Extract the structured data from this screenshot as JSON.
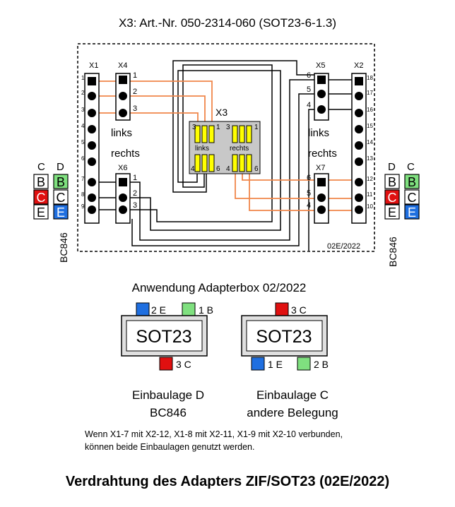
{
  "title": "X3: Art.-Nr. 050-2314-060 (SOT23-6-1.3)",
  "footer_title": "Verdrahtung des Adapters ZIF/SOT23 (02E/2022)",
  "board_code": "02E/2022",
  "headers": {
    "x1": "X1",
    "x2": "X2",
    "x3": "X3",
    "x4": "X4",
    "x5": "X5",
    "x6": "X6",
    "x7": "X7"
  },
  "x1_pins": [
    "1",
    "2",
    "3",
    "4",
    "5",
    "6",
    "7",
    "8",
    "9"
  ],
  "x2_pins": [
    "18",
    "17",
    "16",
    "15",
    "14",
    "13",
    "12",
    "11",
    "10"
  ],
  "x4_pins": [
    "1",
    "2",
    "3"
  ],
  "x5_pins": [
    "6",
    "5",
    "4"
  ],
  "x6_pins": [
    "1",
    "2",
    "3"
  ],
  "x7_pins": [
    "6",
    "5",
    "4"
  ],
  "side_labels": {
    "links_left": "links",
    "rechts_left": "rechts",
    "links_right": "links",
    "rechts_right": "rechts"
  },
  "x3_socket": {
    "links": "links",
    "rechts": "rechts",
    "pin_top_left_3": "3",
    "pin_top_left_1": "1",
    "pin_top_right_3": "3",
    "pin_top_right_1": "1",
    "pin_bottom_left_4": "4",
    "pin_bottom_left_6": "6",
    "pin_bottom_right_4": "4",
    "pin_bottom_right_6": "6"
  },
  "left_group": {
    "col_c": "C",
    "col_d": "D",
    "c_cells": [
      "B",
      "C",
      "E"
    ],
    "d_cells": [
      "B",
      "C",
      "E"
    ],
    "label": "BC846"
  },
  "right_group": {
    "col_d": "D",
    "col_c": "C",
    "d_cells": [
      "B",
      "C",
      "E"
    ],
    "c_cells": [
      "B",
      "C",
      "E"
    ],
    "label": "BC846"
  },
  "adapter_title": "Anwendung Adapterbox 02/2022",
  "package_d": {
    "chip": "SOT23",
    "pin_top_left": "2 E",
    "pin_top_right": "1 B",
    "pin_bottom": "3 C",
    "caption_line1": "Einbaulage D",
    "caption_line2": "BC846"
  },
  "package_c": {
    "chip": "SOT23",
    "pin_top": "3 C",
    "pin_bottom_left": "1 E",
    "pin_bottom_right": "2 B",
    "caption_line1": "Einbaulage C",
    "caption_line2": "andere Belegung"
  },
  "note_line1": "Wenn X1-7 mit X2-12, X1-8 mit X2-11, X1-9 mit X2-10 verbunden,",
  "note_line2": "können beide Einbaulagen genutzt werden.",
  "colors": {
    "blue": "#1f6fe0",
    "red": "#e01010",
    "green": "#7fe07f",
    "orange": "#f0864a",
    "pad_yellow": "#ffff00",
    "socket_gray": "#c8c8c8"
  }
}
